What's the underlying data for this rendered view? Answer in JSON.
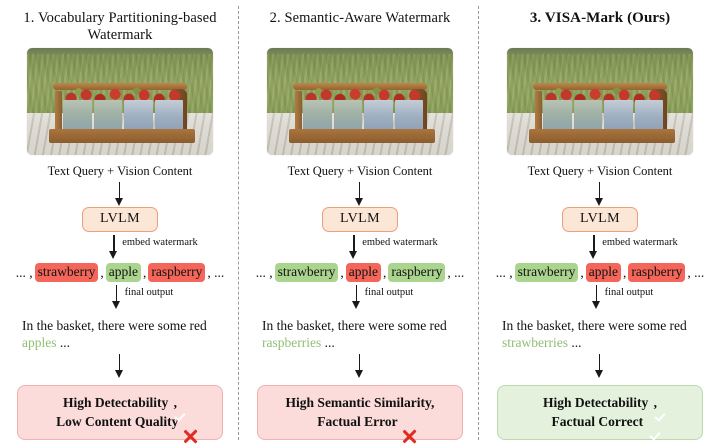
{
  "figure": {
    "columns": [
      {
        "title": "1. Vocabulary Partitioning-based Watermark",
        "title_bold": false,
        "image_alt": "strawberry-basket-photo",
        "input_label": "Text Query + Vision Content",
        "model_label": "LVLM",
        "embed_caption": "embed watermark",
        "final_caption": "final output",
        "tokens": [
          {
            "text": "... ,",
            "style": "plain"
          },
          {
            "text": "strawberry",
            "style": "red"
          },
          {
            "text": ",",
            "style": "plain"
          },
          {
            "text": "apple",
            "style": "green"
          },
          {
            "text": ",",
            "style": "plain"
          },
          {
            "text": "raspberry",
            "style": "red"
          },
          {
            "text": ", ...",
            "style": "plain"
          }
        ],
        "sentence_prefix": "In the basket, there were some red ",
        "sentence_highlight": "apples",
        "sentence_suffix": " ...",
        "result": {
          "tone": "bad",
          "line1_text": "High Detectability",
          "line1_mark": "check-icon",
          "line1_tail": ",",
          "line2_text": "Low Content Quality",
          "line2_mark": "cross-icon",
          "line2_tail": ""
        }
      },
      {
        "title": "2. Semantic-Aware Watermark",
        "title_bold": false,
        "image_alt": "strawberry-basket-photo",
        "input_label": "Text Query + Vision Content",
        "model_label": "LVLM",
        "embed_caption": "embed watermark",
        "final_caption": "final output",
        "tokens": [
          {
            "text": "... ,",
            "style": "plain"
          },
          {
            "text": "strawberry",
            "style": "green"
          },
          {
            "text": ",",
            "style": "plain"
          },
          {
            "text": "apple",
            "style": "red"
          },
          {
            "text": ",",
            "style": "plain"
          },
          {
            "text": "raspberry",
            "style": "green"
          },
          {
            "text": ", ...",
            "style": "plain"
          }
        ],
        "sentence_prefix": "In the basket, there were some red ",
        "sentence_highlight": "raspberries",
        "sentence_suffix": " ...",
        "result": {
          "tone": "bad",
          "line1_text": "High Semantic Similarity,",
          "line1_mark": "",
          "line1_tail": "",
          "line2_text": "Factual Error",
          "line2_mark": "cross-icon",
          "line2_tail": ""
        }
      },
      {
        "title": "3. VISA-Mark (Ours)",
        "title_bold": true,
        "image_alt": "strawberry-basket-photo",
        "input_label": "Text Query + Vision Content",
        "model_label": "LVLM",
        "embed_caption": "embed watermark",
        "final_caption": "final output",
        "tokens": [
          {
            "text": "... ,",
            "style": "plain"
          },
          {
            "text": "strawberry",
            "style": "green"
          },
          {
            "text": ",",
            "style": "plain"
          },
          {
            "text": "apple",
            "style": "red"
          },
          {
            "text": ",",
            "style": "plain"
          },
          {
            "text": "raspberry",
            "style": "red"
          },
          {
            "text": ", ...",
            "style": "plain"
          }
        ],
        "sentence_prefix": "In the basket, there were some red ",
        "sentence_highlight": "strawberries",
        "sentence_suffix": " ...",
        "result": {
          "tone": "good",
          "line1_text": "High Detectability",
          "line1_mark": "check-icon",
          "line1_tail": ",",
          "line2_text": "Factual Correct",
          "line2_mark": "check-icon",
          "line2_tail": ""
        }
      }
    ],
    "colors": {
      "token_red": "#f4665a",
      "token_green": "#abd58f",
      "lvlm_fill": "#fce6d6",
      "lvlm_border": "#e9a276",
      "bad_box_fill": "#fbdcda",
      "bad_box_border": "#efb2ad",
      "good_box_fill": "#e4f1dd",
      "good_box_border": "#bcd9ae",
      "check_green": "#2fbf3f",
      "cross_red": "#e02b20",
      "highlight_text_green": "#8fbf73"
    }
  }
}
